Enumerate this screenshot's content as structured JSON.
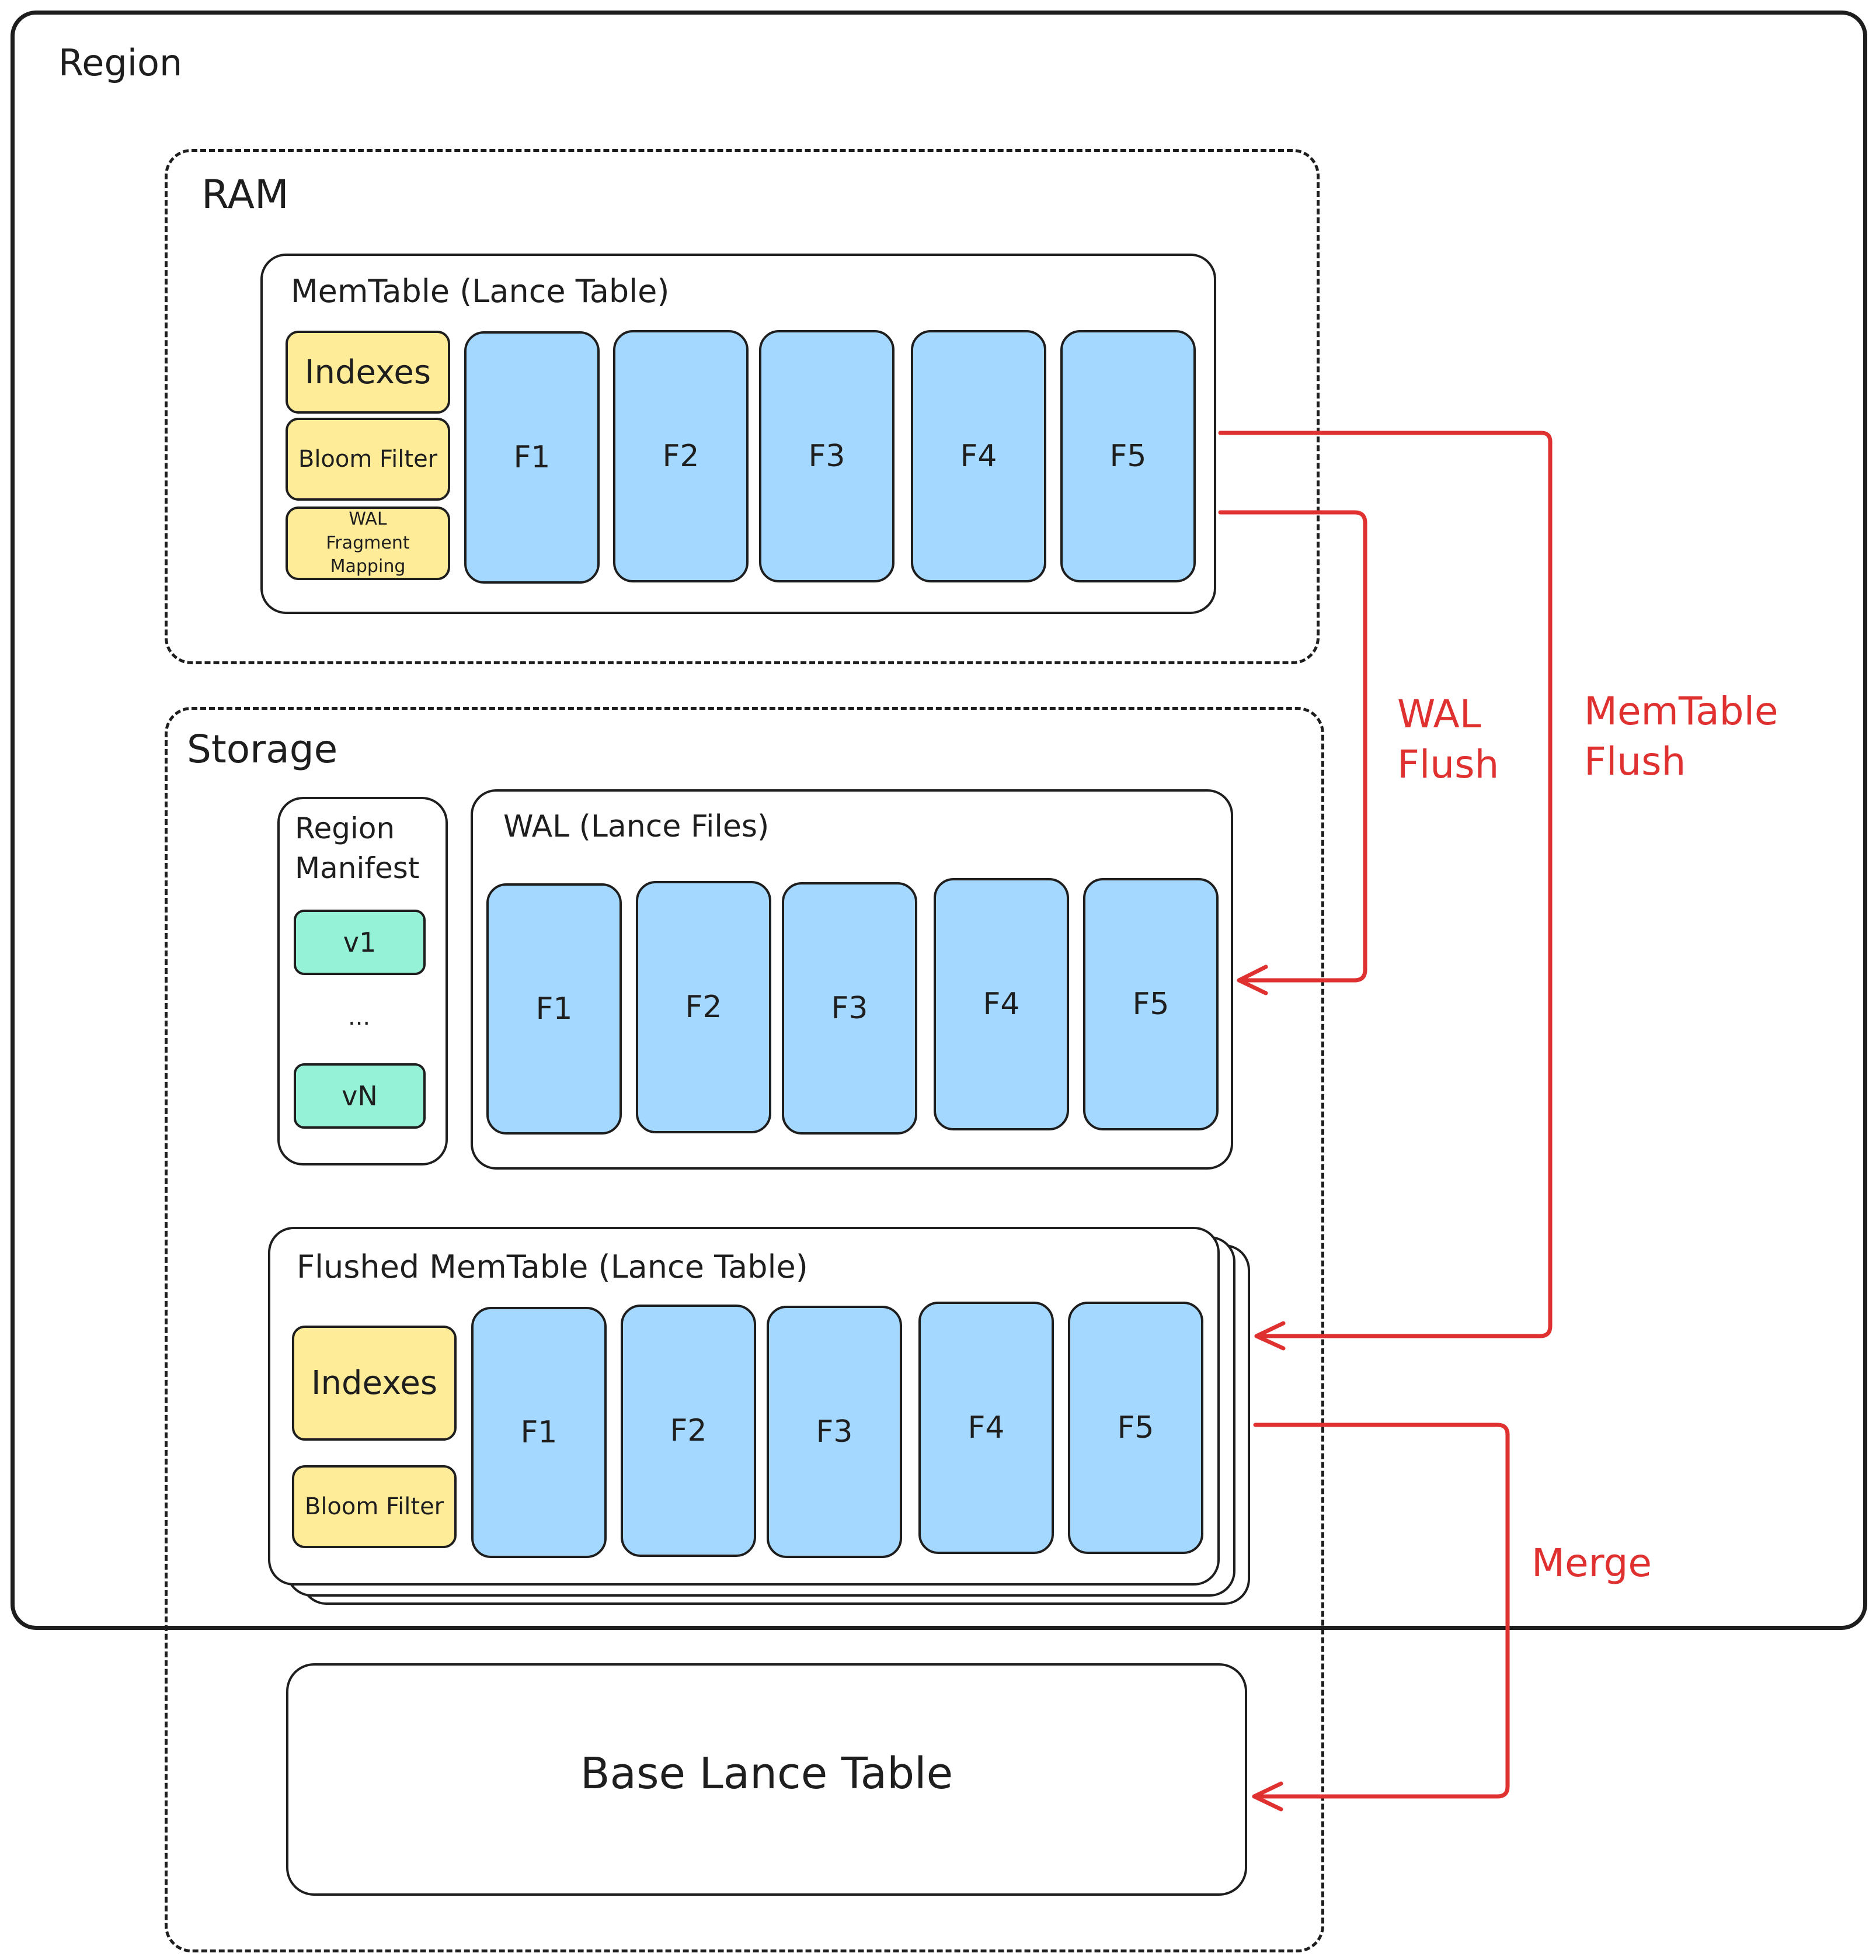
{
  "region": {
    "label": "Region"
  },
  "ram": {
    "label": "RAM",
    "memtable": {
      "title": "MemTable (Lance Table)",
      "side": [
        "Indexes",
        "Bloom Filter",
        "WAL Fragment Mapping"
      ],
      "fragments": [
        "F1",
        "F2",
        "F3",
        "F4",
        "F5"
      ]
    }
  },
  "storage": {
    "label": "Storage",
    "manifest": {
      "title": "Region Manifest",
      "v1": "v1",
      "ellipsis": "...",
      "vn": "vN"
    },
    "wal": {
      "title": "WAL (Lance Files)",
      "fragments": [
        "F1",
        "F2",
        "F3",
        "F4",
        "F5"
      ]
    },
    "flushed": {
      "title": "Flushed MemTable (Lance Table)",
      "side": [
        "Indexes",
        "Bloom Filter"
      ],
      "fragments": [
        "F1",
        "F2",
        "F3",
        "F4",
        "F5"
      ]
    },
    "base": {
      "title": "Base Lance Table"
    }
  },
  "flows": {
    "wal_flush": "WAL Flush",
    "memtable_flush": "MemTable Flush",
    "merge": "Merge"
  },
  "colors": {
    "arrow": "#e03131",
    "fragment": "#a5d8ff",
    "index": "#ffec99",
    "manifest_version": "#96f2d7"
  }
}
